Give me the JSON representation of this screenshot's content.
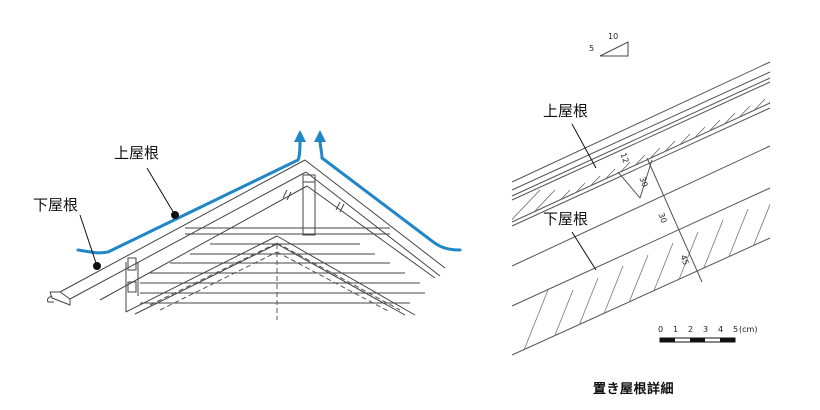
{
  "left_figure": {
    "upper_roof_label": "上屋根",
    "lower_roof_label": "下屋根"
  },
  "detail": {
    "upper_roof_label": "上屋根",
    "lower_roof_label": "下屋根",
    "slope_run": "10",
    "slope_rise": "5",
    "dimensions": [
      "12",
      "30",
      "30",
      "45"
    ],
    "scale_ticks": [
      "0",
      "1",
      "2",
      "3",
      "4",
      "5"
    ],
    "scale_unit": "(cm)",
    "caption": "置き屋根詳細"
  },
  "colors": {
    "airflow": "#1f86c8",
    "line": "#444444"
  }
}
